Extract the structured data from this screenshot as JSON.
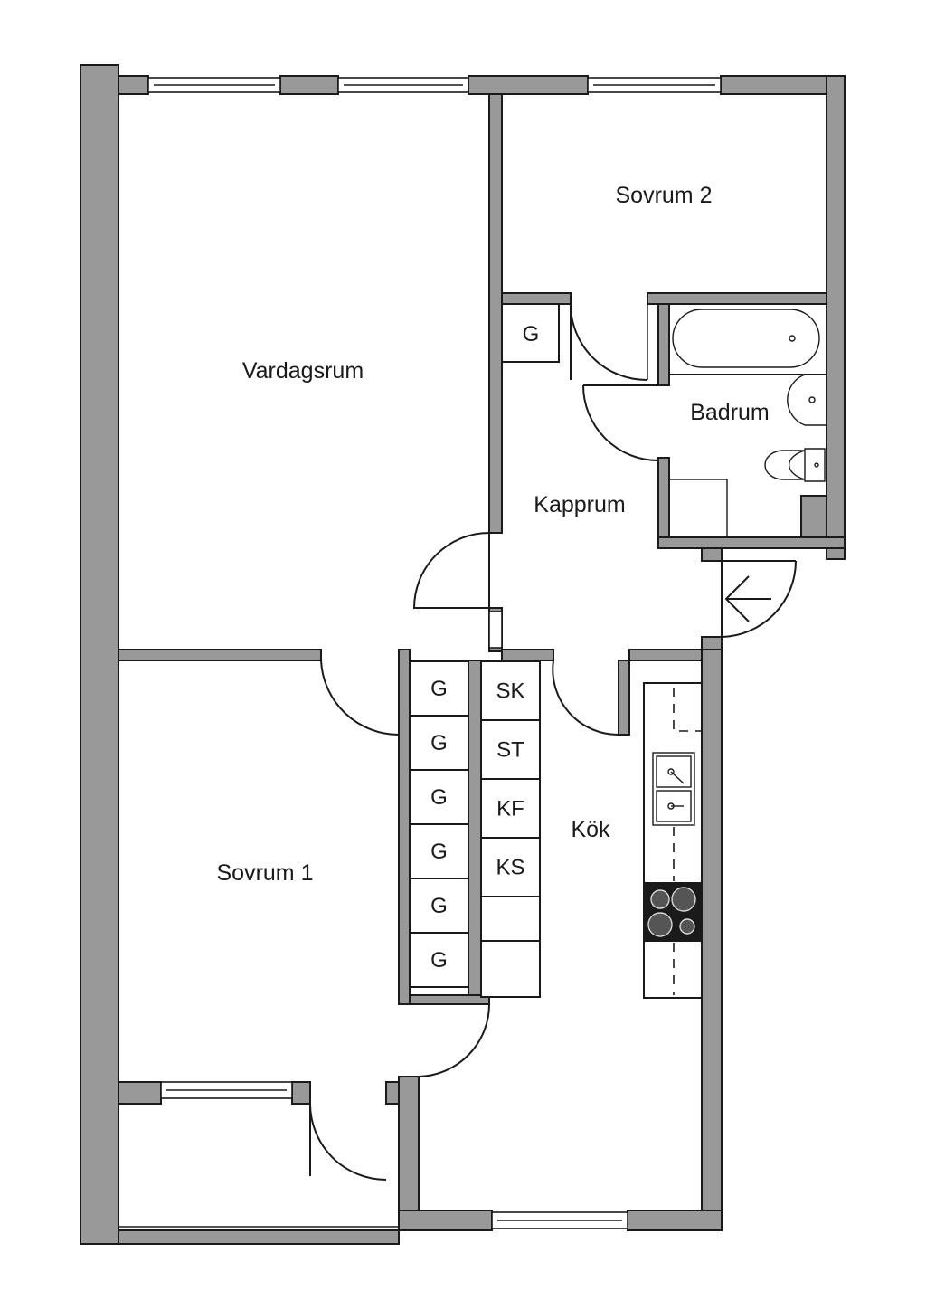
{
  "rooms": {
    "vardagsrum": "Vardagsrum",
    "sovrum2": "Sovrum 2",
    "badrum": "Badrum",
    "kapprum": "Kapprum",
    "sovrum1": "Sovrum 1",
    "kok": "Kök"
  },
  "storage": {
    "hall_closet": "G",
    "wardrobes": [
      "G",
      "G",
      "G",
      "G",
      "G",
      "G"
    ],
    "kitchen_units": [
      "SK",
      "ST",
      "KF",
      "KS"
    ]
  },
  "colors": {
    "wall": "#999999",
    "line": "#1a1a1a",
    "background": "#ffffff"
  }
}
